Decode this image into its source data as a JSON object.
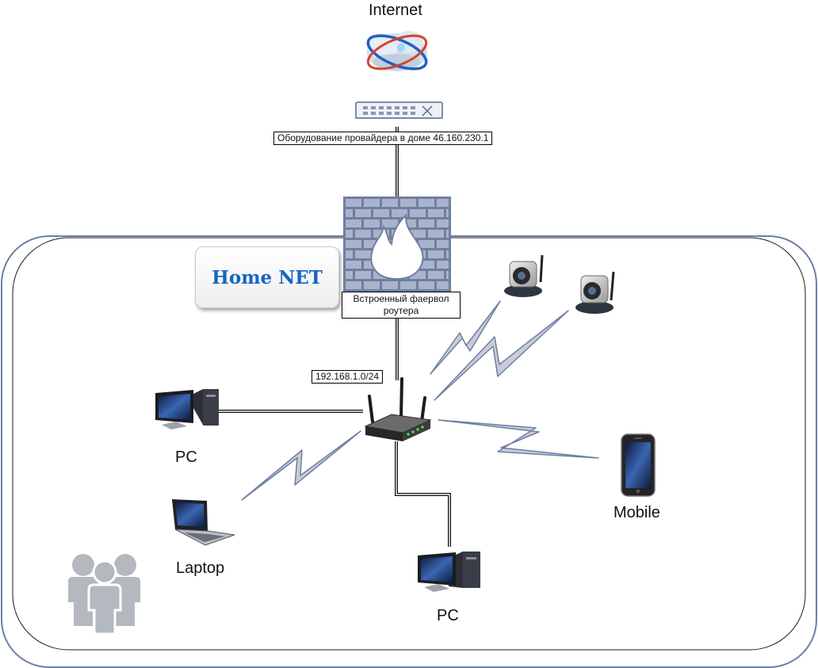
{
  "labels": {
    "internet": "Internet",
    "isp_equipment": "Оборудование провайдера в доме 46.160.230.1",
    "firewall": "Встроенный фаервол роутера",
    "home_net": "Home NET",
    "lan_subnet": "192.168.1.0/24",
    "pc_left": "PC",
    "pc_bottom": "PC",
    "laptop": "Laptop",
    "mobile": "Mobile"
  },
  "icons": {
    "internet": "cloud-globe-icon",
    "isp_switch": "switch-icon",
    "firewall": "firewall-icon",
    "router": "wifi-router-icon",
    "camera_1": "ip-camera-icon",
    "camera_2": "ip-camera-icon",
    "pc_left": "desktop-pc-icon",
    "pc_bottom": "desktop-pc-icon",
    "laptop": "laptop-icon",
    "mobile": "smartphone-icon",
    "users": "users-group-icon"
  },
  "colors": {
    "outline": "#6c7fa3",
    "wireless": "#c9ccd6",
    "firewall_brick": "#a9b4cc",
    "firewall_mortar": "#6f7f9f",
    "home_net_text": "#1565c0"
  }
}
